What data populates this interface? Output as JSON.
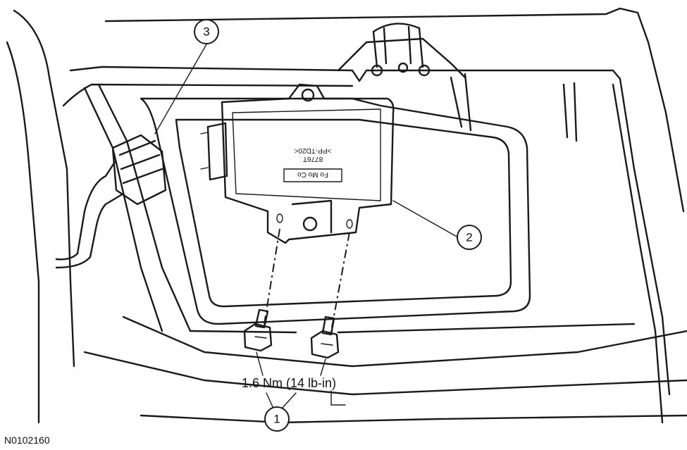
{
  "figure_id": "N0102160",
  "torque_spec": "1.6 Nm (14 lb-in)",
  "callouts": [
    {
      "number": "1"
    },
    {
      "number": "2"
    },
    {
      "number": "3"
    }
  ],
  "module_label": {
    "maker": "Fo Mo Co",
    "part": "8776T",
    "material": ">PP-TD20<"
  }
}
